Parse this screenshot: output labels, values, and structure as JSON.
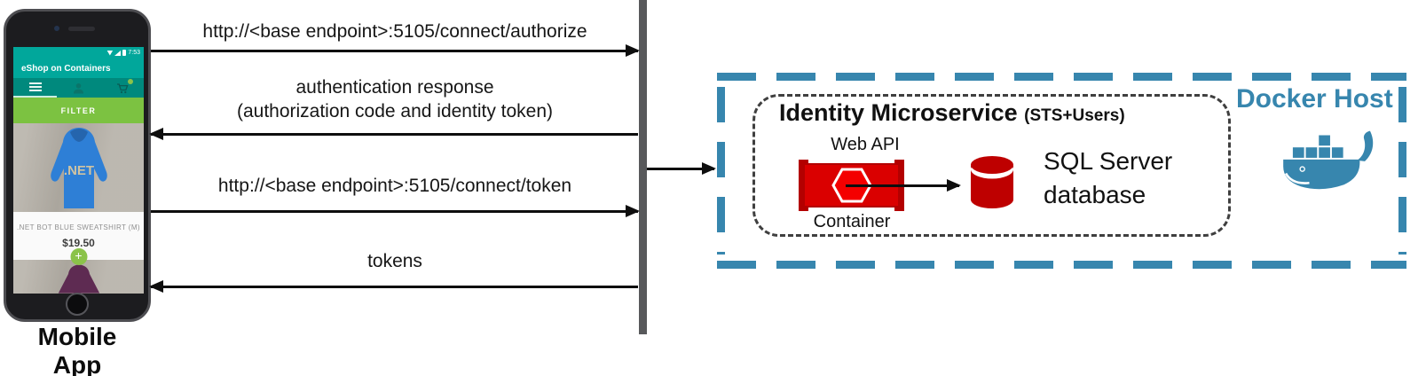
{
  "phone": {
    "status_time": "7:53",
    "app_title": "eShop on Containers",
    "filter_label": "FILTER",
    "hoodie_logo": ".NET",
    "product_name": ".NET BOT BLUE SWEATSHIRT (M)",
    "product_price": "$19.50",
    "add_button_label": "+"
  },
  "mobile_app_label": "Mobile App",
  "messages": [
    {
      "label": "http://<base endpoint>:5105/connect/authorize",
      "direction": "right"
    },
    {
      "label": "authentication response",
      "sublabel": "(authorization code and identity token)",
      "direction": "left"
    },
    {
      "label": "http://<base endpoint>:5105/connect/token",
      "direction": "right"
    },
    {
      "label": "tokens",
      "direction": "left"
    }
  ],
  "docker_host": {
    "title": "Docker Host",
    "identity_microservice": {
      "title": "Identity Microservice",
      "subtitle": "(STS+Users)",
      "web_api_label": "Web API",
      "container_label": "Container",
      "database_line1": "SQL Server",
      "database_line2": "database"
    }
  },
  "colors": {
    "docker_blue": "#3786AE",
    "phone_teal": "#01A79B",
    "phone_teal_dark": "#00897D",
    "filter_green": "#7CC241",
    "add_green": "#8BC34A",
    "container_red": "#DA0000",
    "database_red": "#BE0000",
    "lifeline_gray": "#58595B"
  }
}
